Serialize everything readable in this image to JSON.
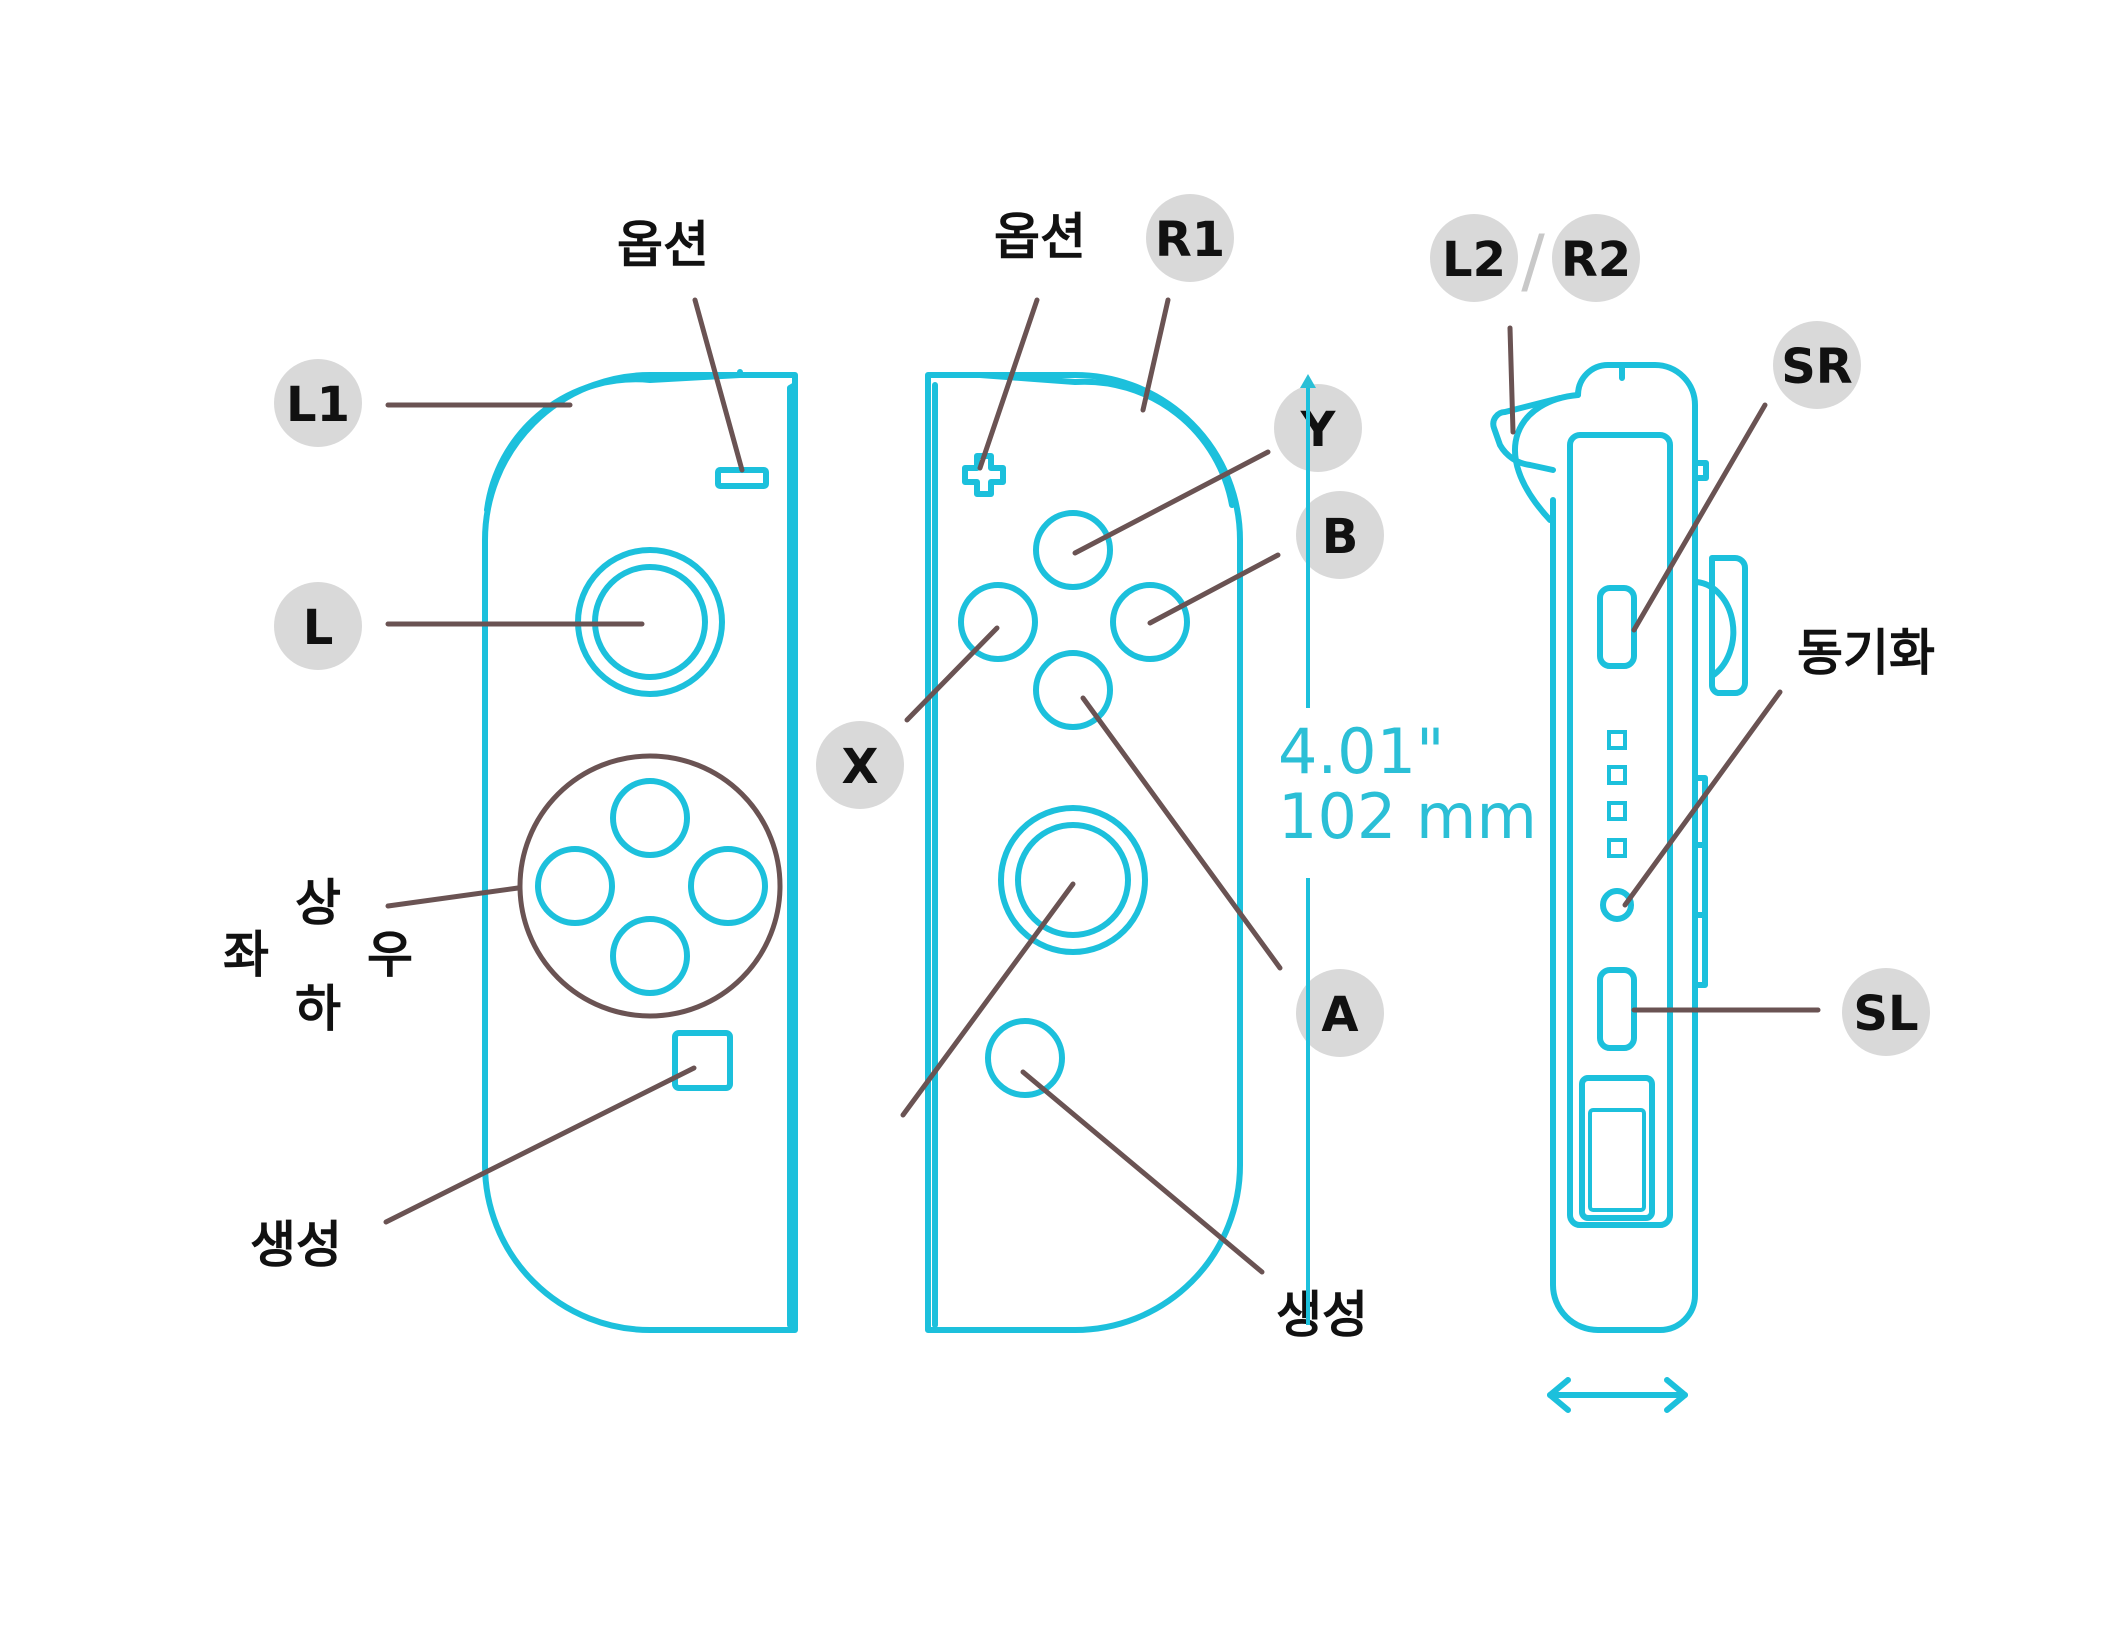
{
  "colors": {
    "controller_outline": "#1cc0dc",
    "leader_line": "#6a5353",
    "badge_fill": "#d9d9d9",
    "dimension_text": "#2bbfd6",
    "label_text": "#111111"
  },
  "left_joycon": {
    "l1": "L1",
    "option": "옵션",
    "l_stick": "L",
    "dpad": {
      "up": "상",
      "left": "좌",
      "right": "우",
      "down": "하"
    },
    "create": "생성"
  },
  "right_joycon": {
    "option": "옵션",
    "r1": "R1",
    "y": "Y",
    "b": "B",
    "x": "X",
    "a": "A",
    "create": "생성",
    "dimension": {
      "inches": "4.01\"",
      "mm": "102 mm"
    }
  },
  "side_view": {
    "l2": "L2",
    "separator": "/",
    "r2": "R2",
    "sr": "SR",
    "sync": "동기화",
    "sl": "SL"
  }
}
